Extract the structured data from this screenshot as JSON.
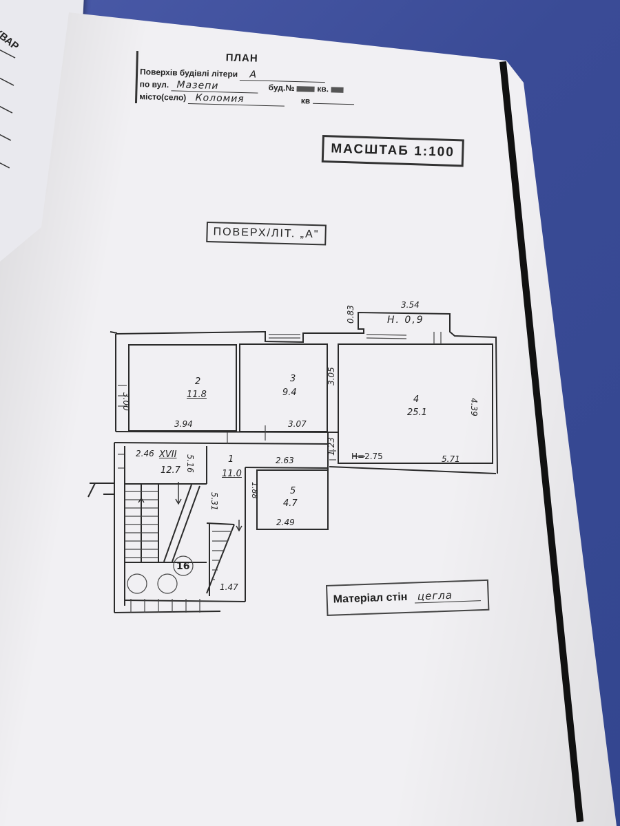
{
  "header": {
    "title": "ПЛАН",
    "line1_label": "Поверхів будівлі літери",
    "line1_value": "А",
    "line2_label": "по вул.",
    "line2_value": "Мазепи",
    "line2_suffix": "буд.№",
    "line2_suffix2": "кв.",
    "line3_label": "місто(село)",
    "line3_value": "Коломия",
    "line3_suffix": "кв"
  },
  "scale_stamp": {
    "label": "МАСШТАБ 1:100"
  },
  "floor_stamp": {
    "label": "ПОВЕРХ/ЛІТ. „А\""
  },
  "material_stamp": {
    "label": "Матеріал стін",
    "value": "цегла"
  },
  "underlying_page": {
    "text": "ЕНЬ КВАР"
  },
  "rooms": [
    {
      "number": "2",
      "area": "11.8"
    },
    {
      "number": "3",
      "area": "9.4"
    },
    {
      "number": "4",
      "area": "25.1"
    },
    {
      "number": "1",
      "area": "11.0"
    },
    {
      "number": "5",
      "area": "4.7"
    },
    {
      "number": "XVII",
      "area": "12.7"
    },
    {
      "number": "16",
      "area": ""
    }
  ],
  "balcony": {
    "width": "3.54",
    "depth": "0.83",
    "height_label": "Н. 0,9"
  },
  "dimensions": {
    "room2_height": "3.00",
    "room2_width": "3.94",
    "room3_height": "3.05",
    "room3_width": "3.07",
    "room4_height": "4.39",
    "room4_width": "5.71",
    "room4_note": "Н=2.75",
    "room1_width": "2.63",
    "room1_len": "1.23",
    "room5_height": "1.88",
    "room5_width": "2.49",
    "stair_width": "2.46",
    "stair_len": "5.16",
    "corridor_len": "5.31",
    "bottom": "1.47"
  },
  "colors": {
    "ink": "#222222",
    "paper": "#f1f0f3",
    "cloth": "#3c4f9a"
  }
}
